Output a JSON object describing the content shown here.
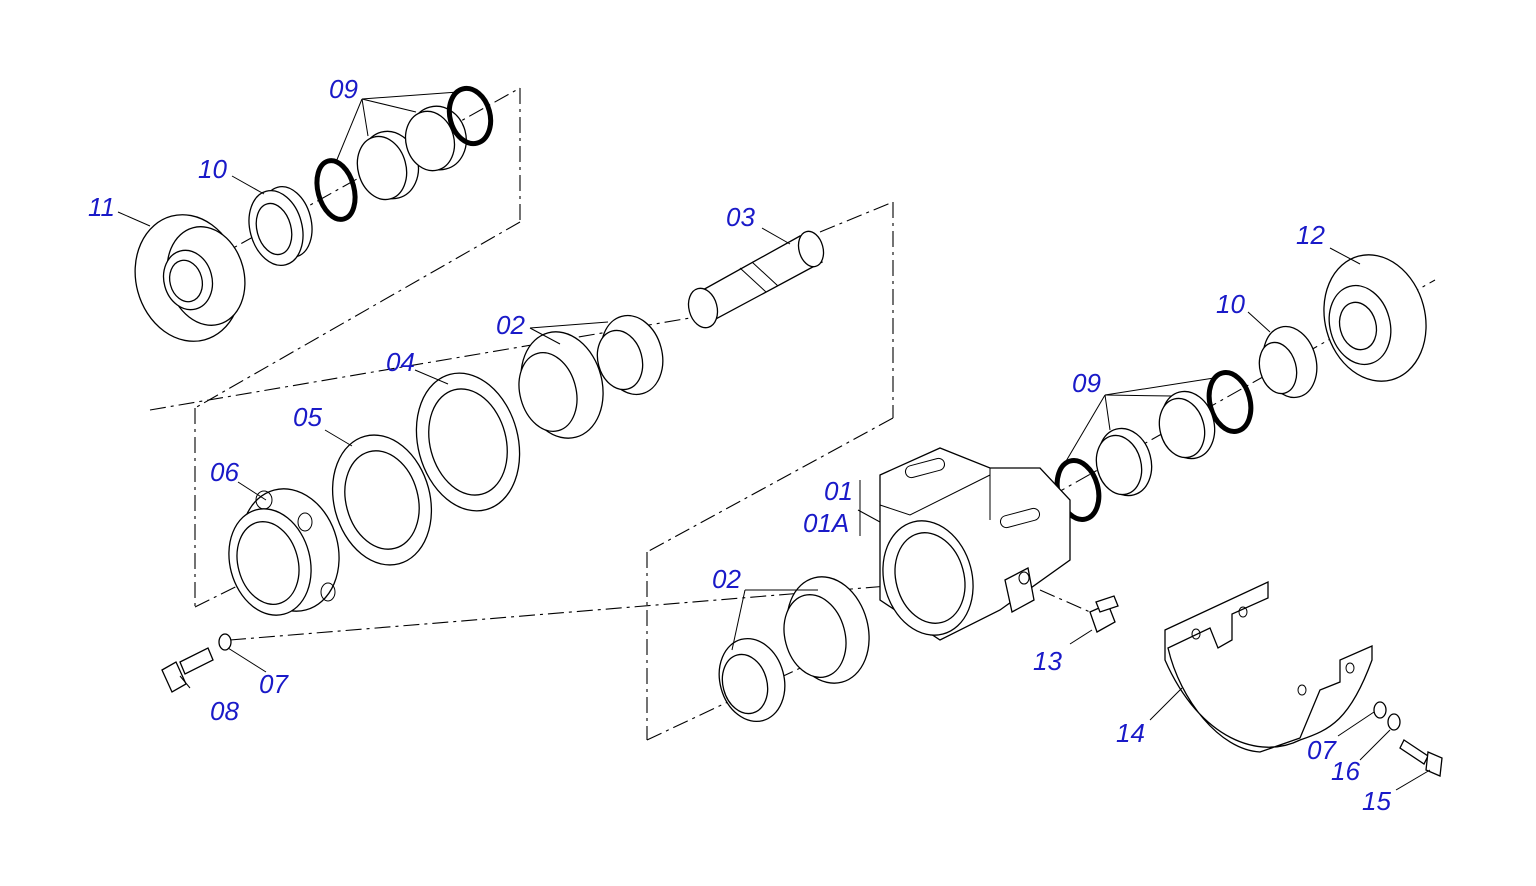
{
  "colors": {
    "label": "#1a1ac8",
    "line": "#000000",
    "background": "#ffffff"
  },
  "labels": {
    "p09_top": "09",
    "p10_top": "10",
    "p11": "11",
    "p03": "03",
    "p02_top": "02",
    "p04": "04",
    "p05": "05",
    "p06": "06",
    "p08": "08",
    "p07_left": "07",
    "p12": "12",
    "p10_right": "10",
    "p09_right": "09",
    "p01": "01",
    "p01a": "01A",
    "p02_bottom": "02",
    "p13": "13",
    "p14": "14",
    "p07_right": "07",
    "p16": "16",
    "p15": "15"
  }
}
